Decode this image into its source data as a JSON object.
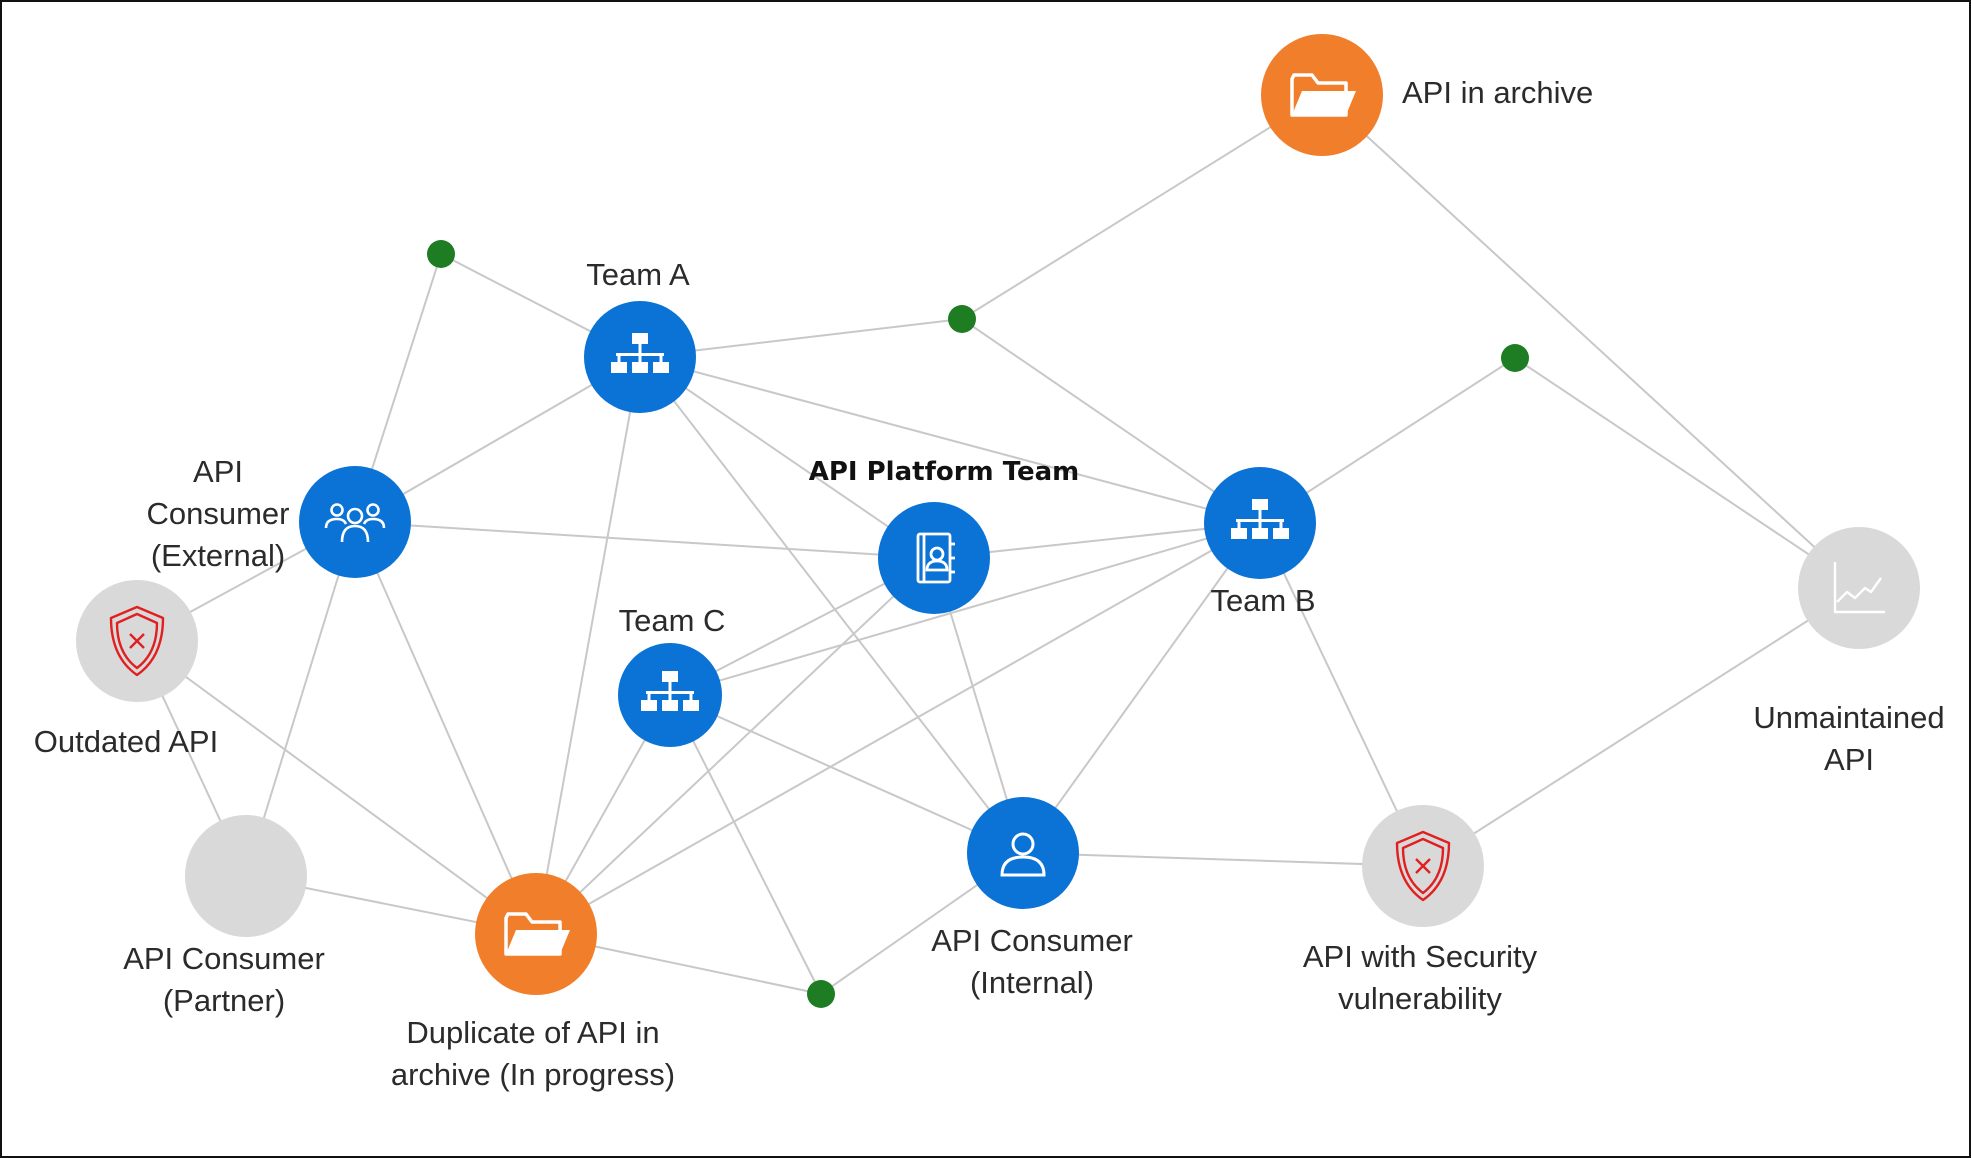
{
  "diagram": {
    "colors": {
      "team": "#0b72d6",
      "archive": "#f07e2a",
      "issue": "#d9d9d9",
      "junction": "#1e7d22",
      "edge": "#c8c8c8",
      "warning": "#e02020"
    },
    "nodes": [
      {
        "id": "api-archive",
        "kind": "archive",
        "icon": "folder-icon",
        "label_lines": [
          "API in archive"
        ]
      },
      {
        "id": "team-a",
        "kind": "team",
        "icon": "org-chart-icon",
        "label_lines": [
          "Team A"
        ]
      },
      {
        "id": "team-b",
        "kind": "team",
        "icon": "org-chart-icon",
        "label_lines": [
          "Team B"
        ]
      },
      {
        "id": "team-c",
        "kind": "team",
        "icon": "org-chart-icon",
        "label_lines": [
          "Team C"
        ]
      },
      {
        "id": "api-platform-team",
        "kind": "team",
        "icon": "contact-book-icon",
        "label_lines": [
          "API Platform Team"
        ]
      },
      {
        "id": "consumer-external",
        "kind": "team",
        "icon": "people-group-icon",
        "label_lines": [
          "API",
          "Consumer",
          "(External)"
        ]
      },
      {
        "id": "consumer-internal",
        "kind": "team",
        "icon": "person-icon",
        "label_lines": [
          "API Consumer",
          "(Internal)"
        ]
      },
      {
        "id": "consumer-partner",
        "kind": "issue",
        "icon": "",
        "label_lines": [
          "API Consumer",
          "(Partner)"
        ]
      },
      {
        "id": "outdated-api",
        "kind": "issue",
        "icon": "shield-x-icon",
        "label_lines": [
          "Outdated API"
        ]
      },
      {
        "id": "security-api",
        "kind": "issue",
        "icon": "shield-x-icon",
        "label_lines": [
          "API with Security",
          "vulnerability"
        ]
      },
      {
        "id": "unmaintained-api",
        "kind": "issue",
        "icon": "line-chart-icon",
        "label_lines": [
          "Unmaintained",
          "API"
        ]
      },
      {
        "id": "duplicate-api",
        "kind": "archive",
        "icon": "folder-icon",
        "label_lines": [
          "Duplicate of API in",
          "archive (In progress)"
        ]
      },
      {
        "id": "j1",
        "kind": "junction",
        "label_lines": []
      },
      {
        "id": "j2",
        "kind": "junction",
        "label_lines": []
      },
      {
        "id": "j3",
        "kind": "junction",
        "label_lines": []
      },
      {
        "id": "j4",
        "kind": "junction",
        "label_lines": []
      }
    ],
    "edges": [
      [
        "api-archive",
        "j2"
      ],
      [
        "api-archive",
        "unmaintained-api"
      ],
      [
        "j2",
        "team-a"
      ],
      [
        "j2",
        "team-b"
      ],
      [
        "j1",
        "team-a"
      ],
      [
        "j1",
        "consumer-external"
      ],
      [
        "j3",
        "team-b"
      ],
      [
        "j3",
        "unmaintained-api"
      ],
      [
        "team-a",
        "consumer-external"
      ],
      [
        "team-a",
        "api-platform-team"
      ],
      [
        "team-a",
        "team-b"
      ],
      [
        "team-a",
        "duplicate-api"
      ],
      [
        "team-a",
        "consumer-internal"
      ],
      [
        "consumer-external",
        "api-platform-team"
      ],
      [
        "consumer-external",
        "outdated-api"
      ],
      [
        "consumer-external",
        "consumer-partner"
      ],
      [
        "consumer-external",
        "duplicate-api"
      ],
      [
        "api-platform-team",
        "team-b"
      ],
      [
        "api-platform-team",
        "team-c"
      ],
      [
        "api-platform-team",
        "duplicate-api"
      ],
      [
        "api-platform-team",
        "consumer-internal"
      ],
      [
        "team-c",
        "team-b"
      ],
      [
        "team-c",
        "duplicate-api"
      ],
      [
        "team-c",
        "consumer-internal"
      ],
      [
        "team-c",
        "j4"
      ],
      [
        "team-b",
        "duplicate-api"
      ],
      [
        "team-b",
        "consumer-internal"
      ],
      [
        "team-b",
        "security-api"
      ],
      [
        "outdated-api",
        "consumer-partner"
      ],
      [
        "outdated-api",
        "duplicate-api"
      ],
      [
        "consumer-partner",
        "duplicate-api"
      ],
      [
        "duplicate-api",
        "j4"
      ],
      [
        "j4",
        "consumer-internal"
      ],
      [
        "consumer-internal",
        "security-api"
      ],
      [
        "security-api",
        "unmaintained-api"
      ]
    ]
  }
}
